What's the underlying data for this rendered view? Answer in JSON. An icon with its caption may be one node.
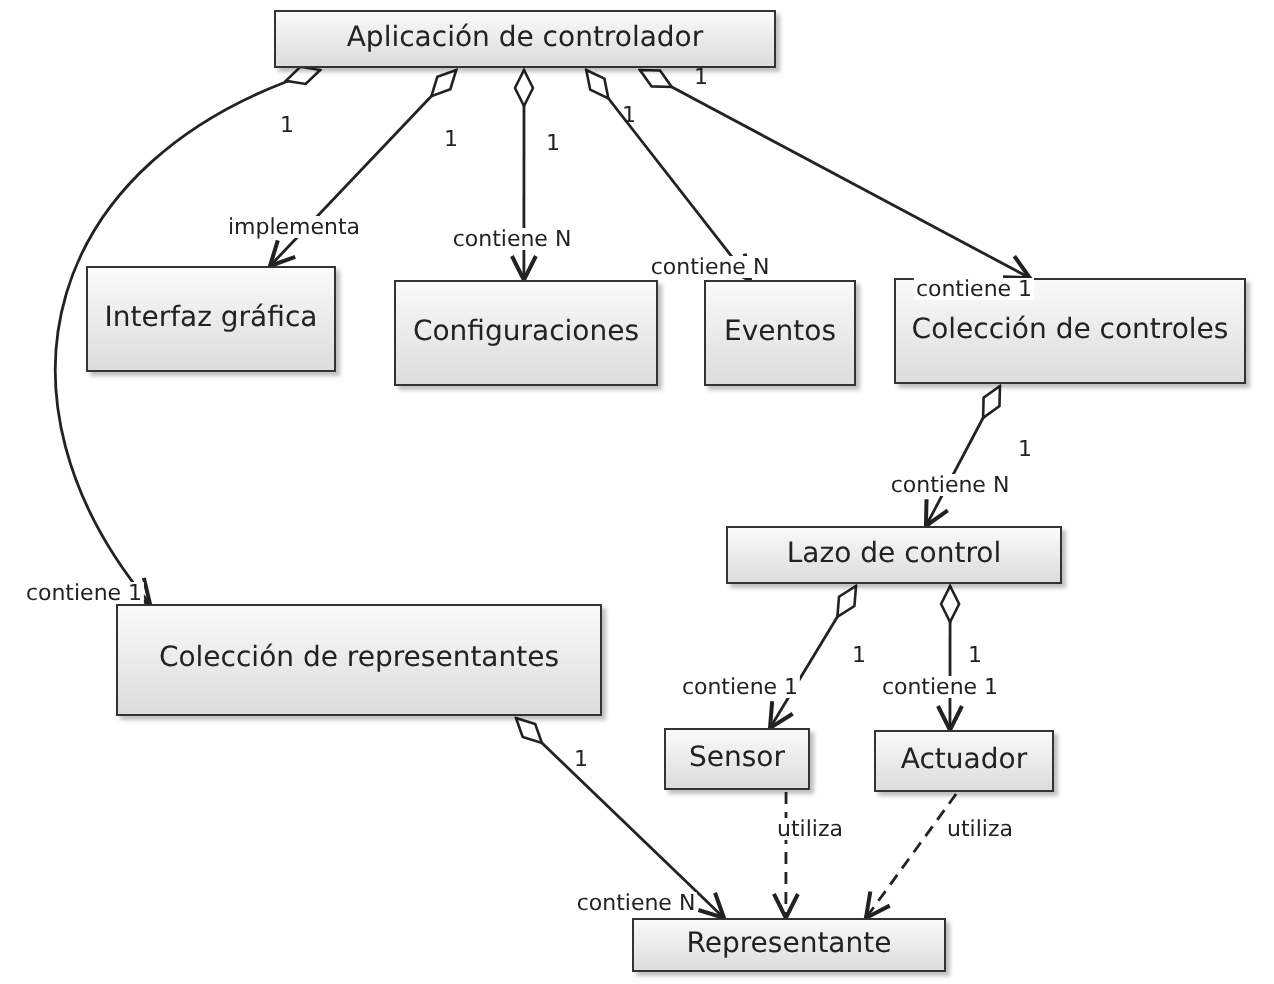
{
  "diagram": {
    "nodes": [
      {
        "text": [
          "Aplicación de controlador"
        ]
      },
      {
        "text": [
          "Interfaz gráfica"
        ]
      },
      {
        "text": [
          "Configuraciones"
        ]
      },
      {
        "text": [
          "Eventos"
        ]
      },
      {
        "text": [
          "Colección de controles"
        ]
      },
      {
        "text": [
          "Lazo de control"
        ]
      },
      {
        "text": [
          "Colección de representantes"
        ]
      },
      {
        "text": [
          "Sensor"
        ]
      },
      {
        "text": [
          "Actuador"
        ]
      },
      {
        "text": [
          "Representante"
        ]
      }
    ],
    "edges": [
      {
        "from": 0,
        "to": 1,
        "arrow": "to",
        "label": "implementa"
      },
      {
        "from": 0,
        "to": 2,
        "arrow": "to",
        "label": "contiene N"
      },
      {
        "from": 0,
        "to": 3,
        "arrow": "to",
        "label": "contiene N"
      },
      {
        "from": 0,
        "to": 4,
        "arrow": "to",
        "label": "contiene 1"
      },
      {
        "from": 0,
        "to": 6,
        "arrow": "to",
        "label": "contiene 1"
      },
      {
        "from": 4,
        "to": 5,
        "arrow": "to",
        "label": "contiene N"
      },
      {
        "from": 5,
        "to": 7,
        "arrow": "to",
        "label": "contiene 1"
      },
      {
        "from": 5,
        "to": 8,
        "arrow": "to",
        "label": "contiene 1"
      },
      {
        "from": 6,
        "to": 9,
        "arrow": "to",
        "label": "contiene N"
      },
      {
        "from": 7,
        "to": 9,
        "arrow": "to",
        "label": "utiliza",
        "style": "dashed"
      },
      {
        "from": 8,
        "to": 9,
        "arrow": "to",
        "label": "utiliza",
        "style": "dashed"
      }
    ],
    "labels": [
      "1",
      "1",
      "1",
      "1",
      "1",
      "1",
      "1",
      "1",
      "1"
    ]
  }
}
